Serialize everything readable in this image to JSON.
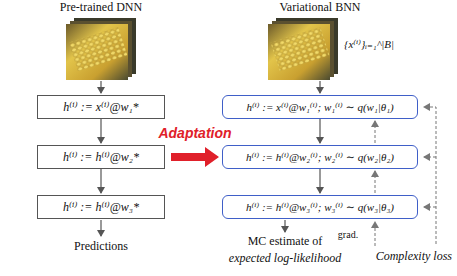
{
  "diagram": {
    "nodes": [
      {
        "text": [
          "h⁽ⁱ⁾ := x⁽ⁱ⁾@w₁*"
        ]
      },
      {
        "text": [
          "h⁽ⁱ⁾ := h⁽ⁱ⁾@w₂*"
        ]
      },
      {
        "text": [
          "h⁽ⁱ⁾ := h⁽ⁱ⁾@w₃*"
        ]
      },
      {
        "text": [
          "h⁽ⁱ⁾ := x⁽ⁱ⁾@w₁⁽ⁱ⁾; w₁⁽ⁱ⁾ ∼ q(w₁|θ₁)"
        ]
      },
      {
        "text": [
          "h⁽ⁱ⁾ := h⁽ⁱ⁾@w₂⁽ⁱ⁾; w₂⁽ⁱ⁾ ∼ q(w₂|θ₂)"
        ]
      },
      {
        "text": [
          "h⁽ⁱ⁾ := h⁽ⁱ⁾@w₃⁽ⁱ⁾; w₃⁽ⁱ⁾ ∼ q(w₃|θ₃)"
        ]
      }
    ],
    "edges": [
      {
        "from": 0,
        "to": 1,
        "arrow": "to"
      },
      {
        "from": 1,
        "to": 2,
        "arrow": "to"
      },
      {
        "from": 3,
        "to": 4,
        "arrow": "to"
      },
      {
        "from": 4,
        "to": 5,
        "arrow": "to"
      },
      {
        "from": 1,
        "to": 4,
        "label": "Adaptation",
        "arrow": "to"
      }
    ],
    "labels": [
      "Pre-trained DNN",
      "Variational BNN",
      "{x⁽ⁱ⁾}ᵢ₌₁^|B|",
      "Predictions",
      "MC estimate of",
      "expected log-likelihood",
      "grad.",
      "Complexity loss"
    ]
  }
}
